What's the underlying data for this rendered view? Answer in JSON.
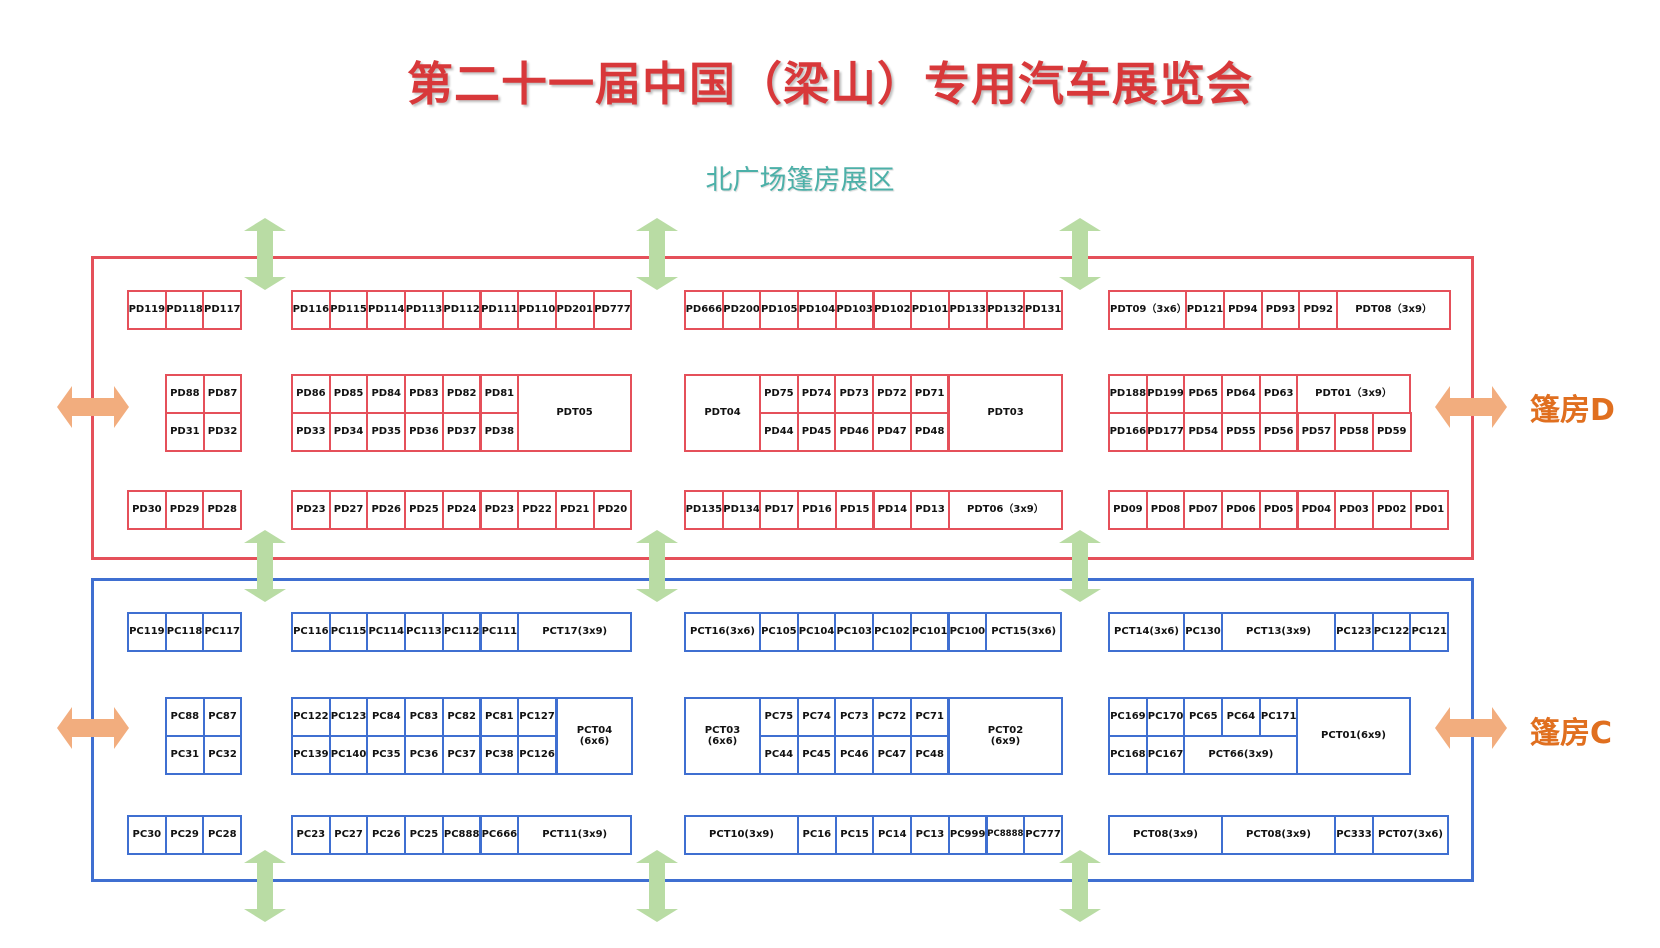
{
  "title": "第二十一届中国（梁山）专用汽车展览会",
  "subtitle": "北广场篷房展区",
  "zones": [
    {
      "label": "篷房D",
      "color": "#e5505a"
    },
    {
      "label": "篷房C",
      "color": "#3f6fd1"
    }
  ],
  "colors": {
    "arrow_green": "#b9dca4",
    "arrow_orange": "#f2ad7e",
    "label_orange": "#e06f1f"
  },
  "d_booths": [
    "PD119",
    "PD118",
    "PD117",
    "PD116",
    "PD115",
    "PD114",
    "PD113",
    "PD112",
    "PD111",
    "PD110",
    "PD201",
    "PD777",
    "PD666",
    "PD200",
    "PD105",
    "PD104",
    "PD103",
    "PD102",
    "PD101",
    "PD133",
    "PD132",
    "PD131",
    "PDT09（3x6）",
    "PD121",
    "PD94",
    "PD93",
    "PD92",
    "PDT08（3x9）",
    "PD88",
    "PD87",
    "PD31",
    "PD32",
    "PD86",
    "PD85",
    "PD84",
    "PD83",
    "PD82",
    "PD81",
    "PD33",
    "PD34",
    "PD35",
    "PD36",
    "PD37",
    "PD38",
    "PDT05",
    "PDT04",
    "PD75",
    "PD74",
    "PD73",
    "PD72",
    "PD71",
    "PD44",
    "PD45",
    "PD46",
    "PD47",
    "PD48",
    "PDT03",
    "PD188",
    "PD199",
    "PD65",
    "PD64",
    "PD63",
    "PDT01（3x9）",
    "PD166",
    "PD177",
    "PD54",
    "PD55",
    "PD56",
    "PD57",
    "PD58",
    "PD59",
    "PD30",
    "PD29",
    "PD28",
    "PD23",
    "PD27",
    "PD26",
    "PD25",
    "PD24",
    "PD23",
    "PD22",
    "PD21",
    "PD20",
    "PD135",
    "PD134",
    "PD17",
    "PD16",
    "PD15",
    "PD14",
    "PD13",
    "PDT06（3x9）",
    "PD09",
    "PD08",
    "PD07",
    "PD06",
    "PD05",
    "PD04",
    "PD03",
    "PD02",
    "PD01"
  ],
  "c_booths": [
    "PC119",
    "PC118",
    "PC117",
    "PC116",
    "PC115",
    "PC114",
    "PC113",
    "PC112",
    "PC111",
    "PCT17(3x9)",
    "PCT16(3x6)",
    "PC105",
    "PC104",
    "PC103",
    "PC102",
    "PC101",
    "PC100",
    "PCT15(3x6)",
    "PCT14(3x6)",
    "PC130",
    "PCT13(3x9)",
    "PC123",
    "PC122",
    "PC121",
    "PC88",
    "PC87",
    "PC31",
    "PC32",
    "PC122",
    "PC123",
    "PC84",
    "PC83",
    "PC82",
    "PC81",
    "PC127",
    "PC139",
    "PC140",
    "PC35",
    "PC36",
    "PC37",
    "PC38",
    "PC126",
    "PCT04\n(6x6)",
    "PCT03\n(6x6)",
    "PC75",
    "PC74",
    "PC73",
    "PC72",
    "PC71",
    "PC44",
    "PC45",
    "PC46",
    "PC47",
    "PC48",
    "PCT02\n(6x9)",
    "PC169",
    "PC170",
    "PC65",
    "PC64",
    "PC171",
    "PC168",
    "PC167",
    "PCT66(3x9)",
    "PCT01(6x9)",
    "PC30",
    "PC29",
    "PC28",
    "PC23",
    "PC27",
    "PC26",
    "PC25",
    "PC888",
    "PC666",
    "PCT11(3x9)",
    "PCT10(3x9)",
    "PC16",
    "PC15",
    "PC14",
    "PC13",
    "PC999",
    "PC8888",
    "PC777",
    "PCT08(3x9)",
    "PCT08(3x9)",
    "PC333",
    "PCT07(3x6)"
  ]
}
